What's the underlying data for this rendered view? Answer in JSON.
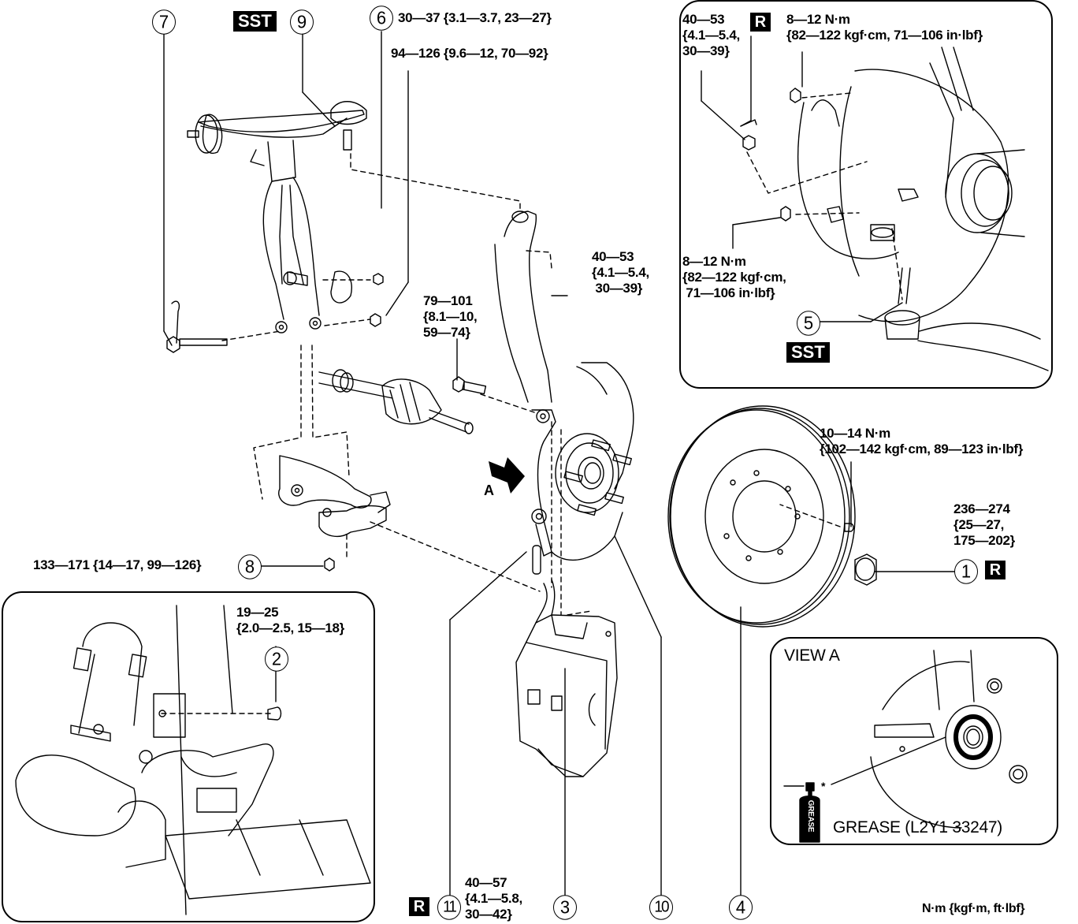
{
  "diagram": {
    "title": "Front suspension / knuckle exploded view",
    "unit_note": "N·m {kgf·m, ft·lbf}",
    "view_arrow_label": "A",
    "callouts": [
      {
        "id": "1",
        "label": "1",
        "part": "locknut",
        "badge": "R"
      },
      {
        "id": "2",
        "label": "2",
        "part": "bolt"
      },
      {
        "id": "3",
        "label": "3",
        "part": "brake caliper"
      },
      {
        "id": "4",
        "label": "4",
        "part": "brake disc"
      },
      {
        "id": "5",
        "label": "5",
        "part": "stabilizer link ball joint",
        "badge": "SST"
      },
      {
        "id": "6",
        "label": "6",
        "part": "nut"
      },
      {
        "id": "7",
        "label": "7",
        "part": "bolt"
      },
      {
        "id": "8",
        "label": "8",
        "part": "nut"
      },
      {
        "id": "9",
        "label": "9",
        "part": "upper arm ball joint",
        "badge": "SST"
      },
      {
        "id": "10",
        "label": "10",
        "part": "wheel hub / knuckle"
      },
      {
        "id": "11",
        "label": "11",
        "part": "pin",
        "badge": "R"
      }
    ],
    "badges": {
      "sst": "SST",
      "r": "R"
    },
    "torques": {
      "t6": "30—37 {3.1—3.7, 23—27}",
      "t94": "94—126 {9.6—12, 70—92}",
      "t_upper_nut": "40—53\n{4.1—5.4,\n 30—39}",
      "t_knuckle_bolt": "79—101\n{8.1—10,\n59—74}",
      "t1": "236—274\n{25—27,\n175—202}",
      "t_disc_screw": "10—14 N·m\n{102—142 kgf·cm, 89—123 in·lbf}",
      "t8": "133—171 {14—17, 99—126}",
      "t2": "19—25\n{2.0—2.5, 15—18}",
      "t11": "40—57\n{4.1—5.8,\n30—42}"
    },
    "inset_top_right": {
      "torque_nut": "40—53\n{4.1—5.4,\n30—39}",
      "torque_bolt_top": "8—12 N·m\n{82—122 kgf·cm, 71—106 in·lbf}",
      "torque_bolt_mid": "8—12 N·m\n{82—122 kgf·cm,\n 71—106 in·lbf}"
    },
    "inset_view_a": {
      "title": "VIEW A",
      "grease_label": "GREASE (L2Y1 33247)",
      "can_text": "GREASE",
      "asterisk": "*"
    }
  }
}
